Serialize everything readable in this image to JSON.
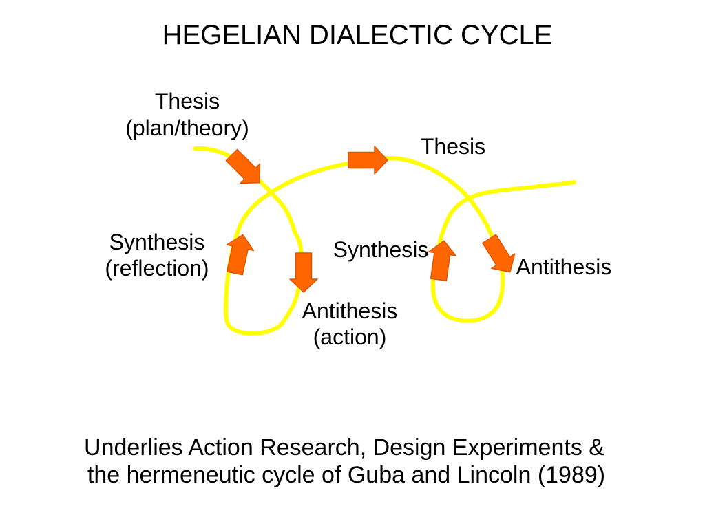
{
  "title": "HEGELIAN DIALECTIC CYCLE",
  "labels": {
    "thesis_first": {
      "line1": "Thesis",
      "line2": "(plan/theory)"
    },
    "antithesis_first": {
      "line1": "Antithesis",
      "line2": "(action)"
    },
    "synthesis_first": {
      "line1": "Synthesis",
      "line2": "(reflection)"
    },
    "thesis_second": {
      "line1": "Thesis"
    },
    "antithesis_second": {
      "line1": "Antithesis"
    },
    "synthesis_second": {
      "line1": "Synthesis"
    }
  },
  "caption": {
    "line1": "Underlies Action Research, Design Experiments &",
    "line2": "the hermeneutic cycle of Guba and Lincoln (1989)"
  },
  "colors": {
    "background": "#ffffff",
    "text": "#000000",
    "cycle_line": "#ffff00",
    "arrow_fill": "#ff6600",
    "arrow_outline": "#dd5500"
  }
}
